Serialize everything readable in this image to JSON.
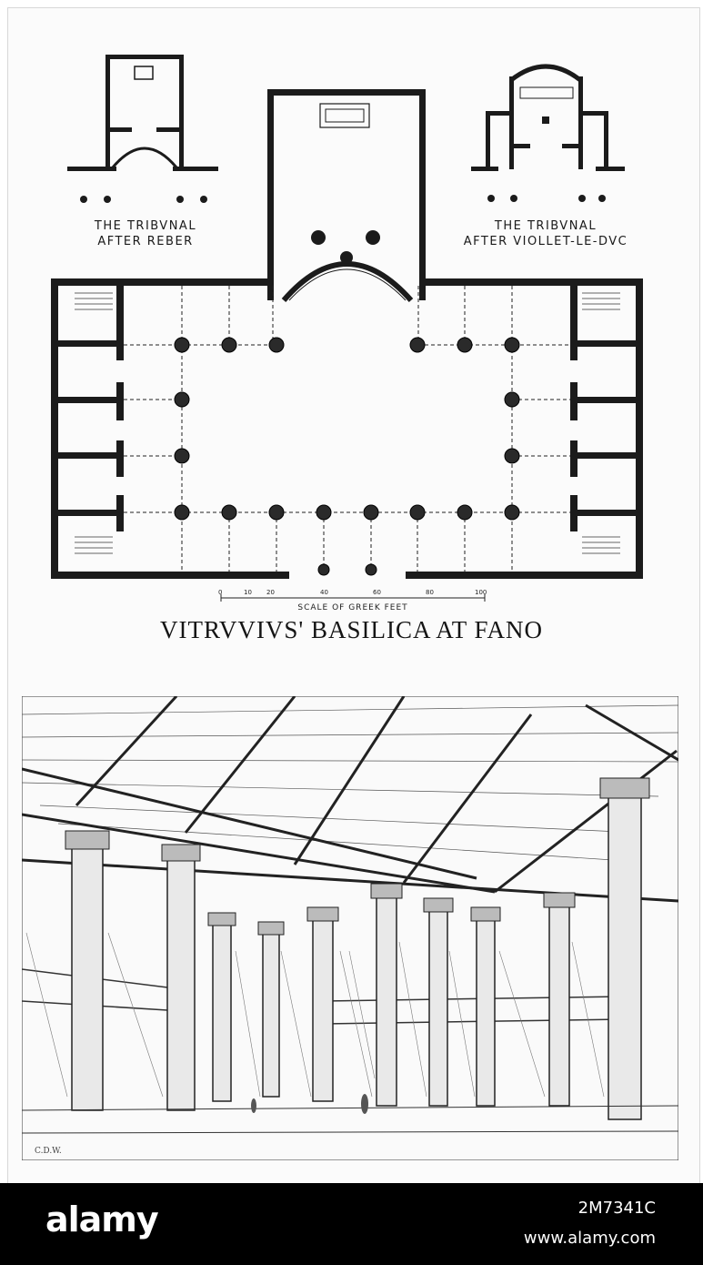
{
  "plan": {
    "tribunal_left": {
      "line1": "THE TRIBVNAL",
      "line2": "AFTER REBER"
    },
    "tribunal_right": {
      "line1": "THE TRIBVNAL",
      "line2": "AFTER VIOLLET-LE-DVC"
    },
    "scale": {
      "caption": "SCALE OF GREEK FEET",
      "ticks": [
        "0",
        "10",
        "20",
        "40",
        "60",
        "80",
        "100"
      ]
    },
    "title": "VITRVVIVS' BASILICA AT FANO"
  },
  "perspective": {
    "signature": "C.D.W."
  },
  "watermark": {
    "logo": "alamy",
    "image_code": "2M7341C",
    "url": "www.alamy.com"
  }
}
